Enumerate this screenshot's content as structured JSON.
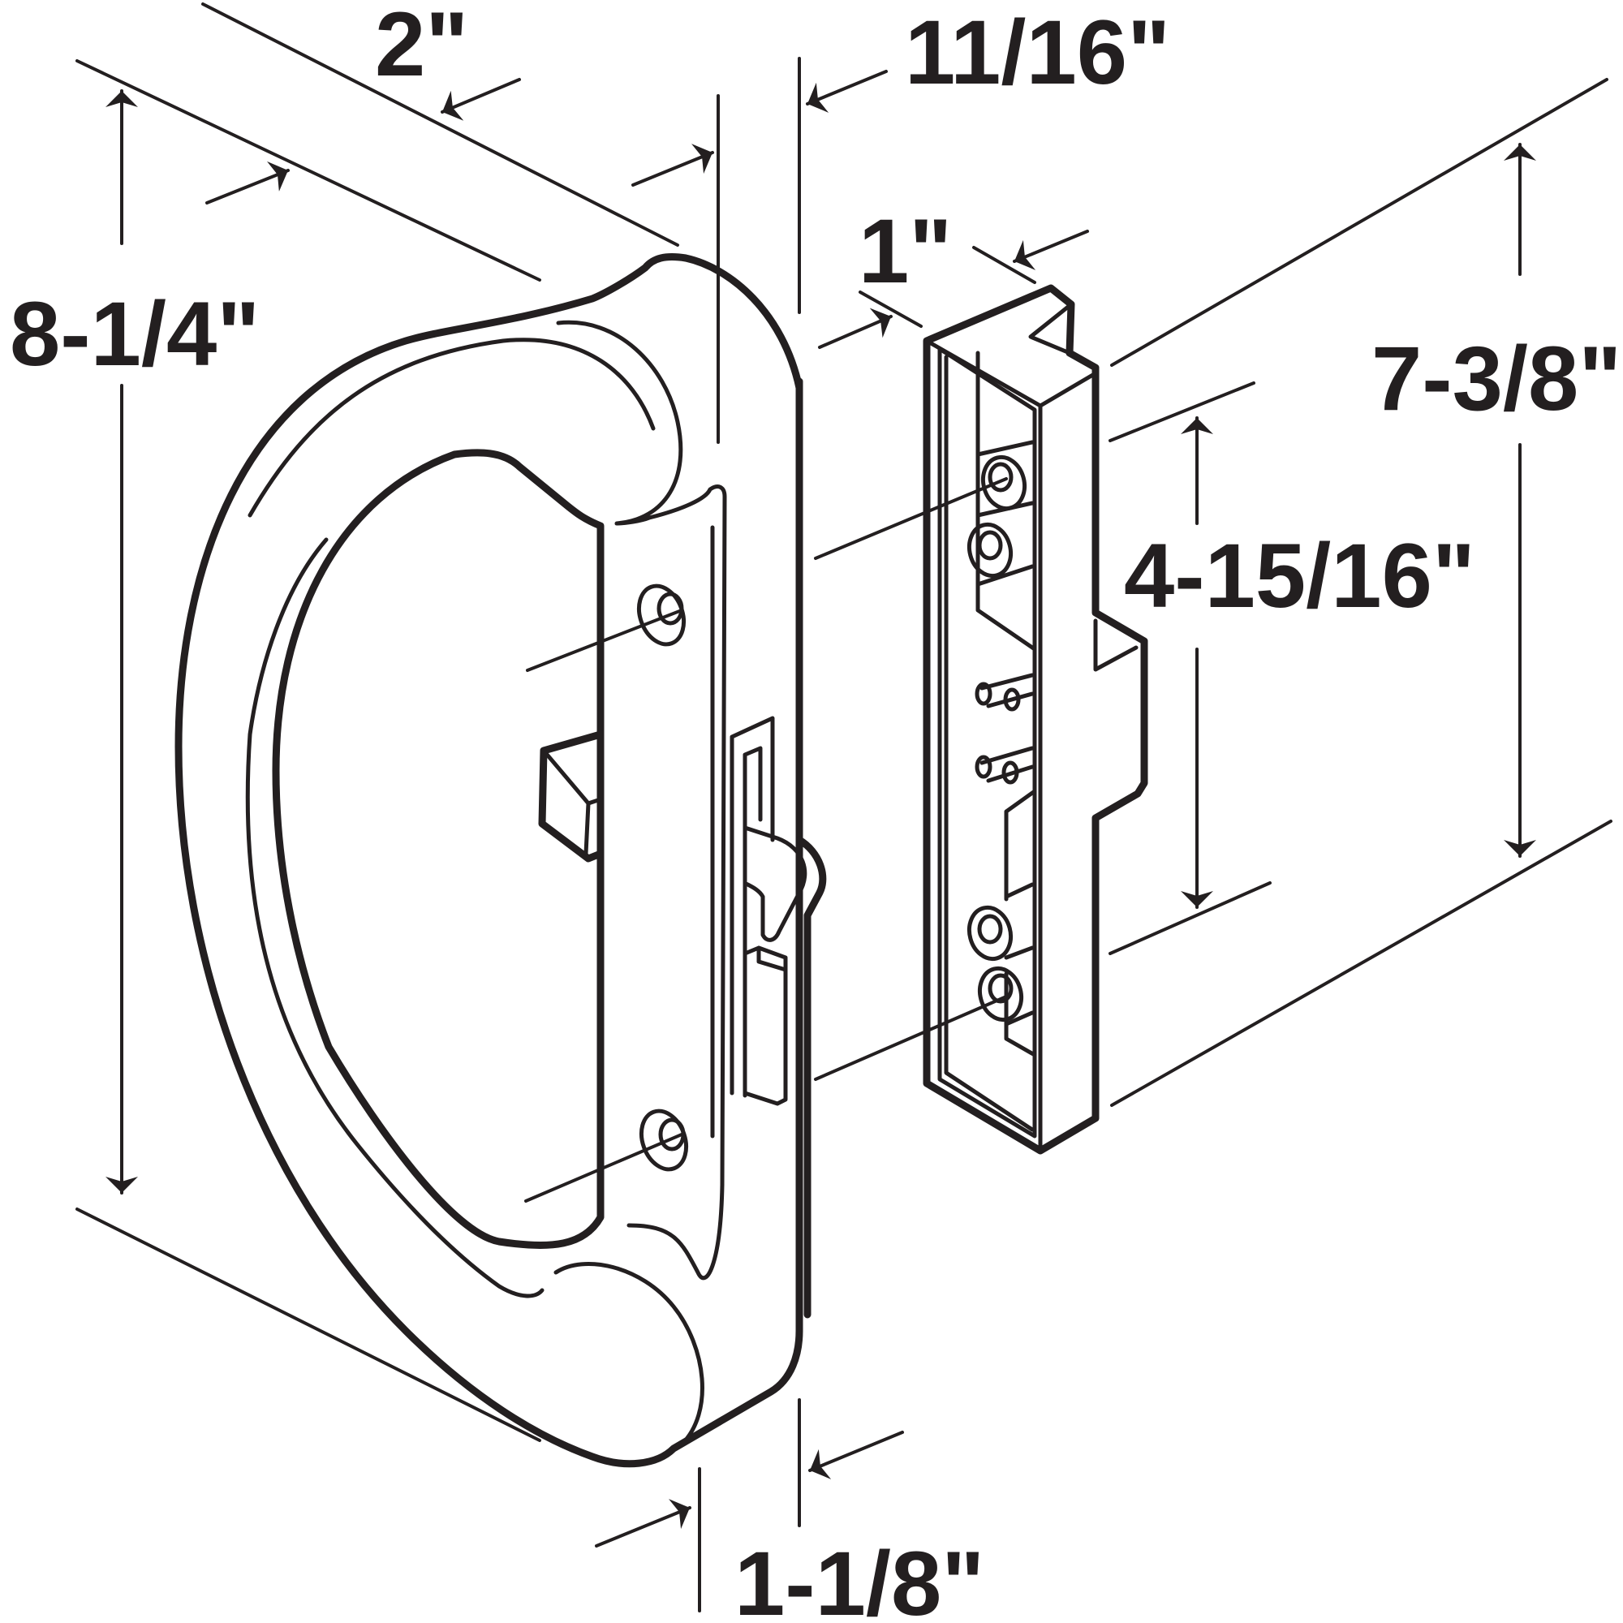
{
  "dimensions": {
    "handle_height": "8-1/4\"",
    "handle_depth": "2\"",
    "handle_top_width": "11/16\"",
    "handle_bottom_width": "1-1/8\"",
    "plate_width": "1\"",
    "plate_height": "7-3/8\"",
    "hole_spacing": "4-15/16\""
  },
  "colors": {
    "line": "#231f20",
    "background": "#ffffff"
  }
}
